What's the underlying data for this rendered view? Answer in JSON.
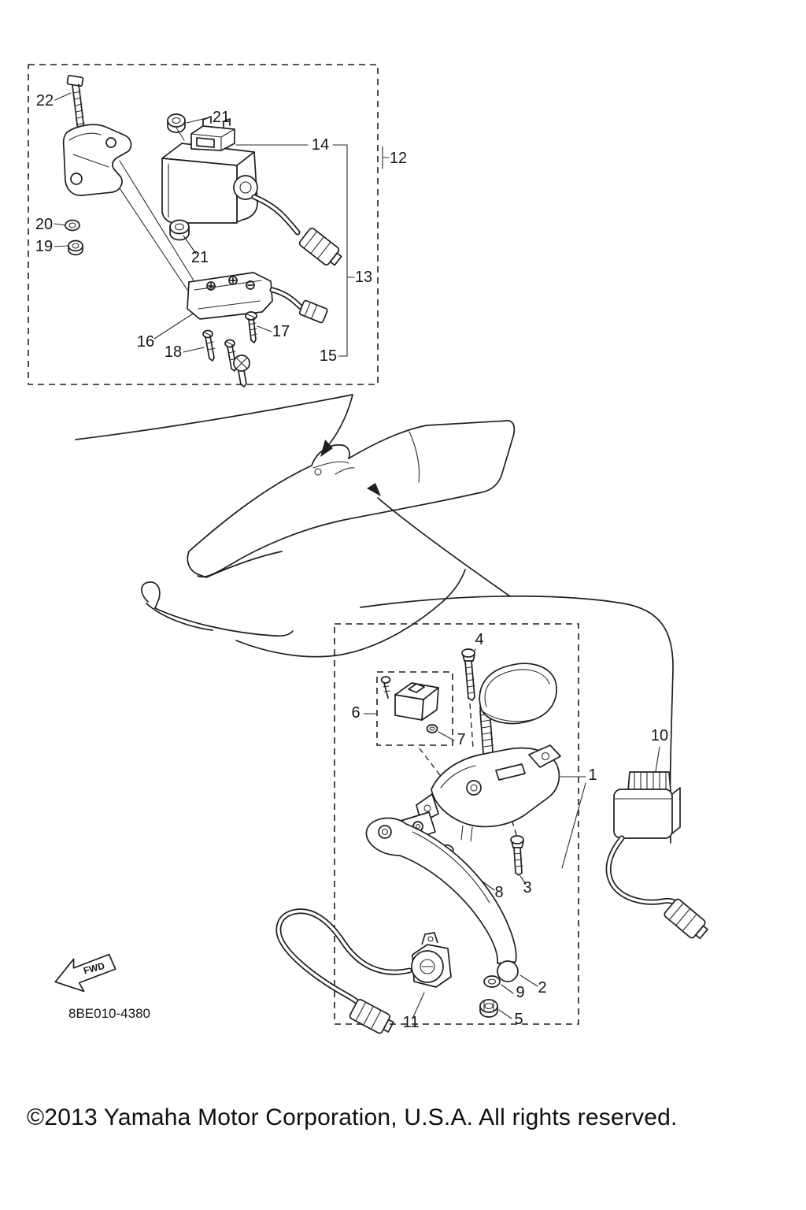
{
  "document": {
    "fwd_label": "FWD",
    "diagram_code": "8BE010-4380",
    "copyright": "©2013 Yamaha Motor Corporation, U.S.A. All rights reserved."
  },
  "callouts": {
    "c1": "1",
    "c2": "2",
    "c3": "3",
    "c4": "4",
    "c5": "5",
    "c6": "6",
    "c7": "7",
    "c8": "8",
    "c9": "9",
    "c10": "10",
    "c11": "11",
    "c12": "12",
    "c13": "13",
    "c14": "14",
    "c15": "15",
    "c16": "16",
    "c17": "17",
    "c18": "18",
    "c19": "19",
    "c20": "20",
    "c21a": "21",
    "c21b": "21",
    "c22": "22"
  }
}
